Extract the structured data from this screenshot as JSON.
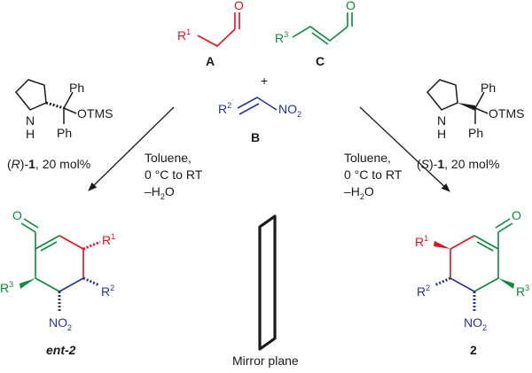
{
  "colors": {
    "red": "#e2101e",
    "green": "#0a8a3c",
    "blue": "#26358f",
    "black": "#1a1a1a"
  },
  "reagents": {
    "A": {
      "label": "A",
      "r_group": "R",
      "r_index": "1",
      "functional_group": "O"
    },
    "C": {
      "label": "C",
      "r_group": "R",
      "r_index": "3",
      "functional_group": "O"
    },
    "plus": "+",
    "B": {
      "label": "B",
      "r_group": "R",
      "r_index": "2",
      "nitro": "NO",
      "nitro_index": "2"
    }
  },
  "catalysts": {
    "left": {
      "ph_top": "Ph",
      "ph_bottom": "Ph",
      "otms": "OTMS",
      "nh": "N",
      "h": "H",
      "config_open": "(",
      "config": "R",
      "config_close": ")-",
      "number": "1",
      "loading": ", 20 mol%"
    },
    "right": {
      "ph_top": "Ph",
      "ph_bottom": "Ph",
      "otms": "OTMS",
      "nh": "N",
      "h": "H",
      "config_open": "(",
      "config": "S",
      "config_close": ")-",
      "number": "1",
      "loading": ", 20 mol%"
    }
  },
  "conditions": {
    "left": {
      "line1": "Toluene,",
      "line2": "0 °C to RT",
      "line3_prefix": "–H",
      "line3_sub": "2",
      "line3_suffix": "O"
    },
    "right": {
      "line1": "Toluene,",
      "line2": "0 °C to RT",
      "line3_prefix": "–H",
      "line3_sub": "2",
      "line3_suffix": "O"
    }
  },
  "products": {
    "left": {
      "label": "ent-2",
      "o": "O",
      "r1": "R",
      "r1_index": "1",
      "r2": "R",
      "r2_index": "2",
      "r3": "R",
      "r3_index": "3",
      "nitro": "NO",
      "nitro_index": "2"
    },
    "right": {
      "label": "2",
      "o": "O",
      "r1": "R",
      "r1_index": "1",
      "r2": "R",
      "r2_index": "2",
      "r3": "R",
      "r3_index": "3",
      "nitro": "NO",
      "nitro_index": "2"
    }
  },
  "mirror": {
    "label": "Mirror plane"
  }
}
